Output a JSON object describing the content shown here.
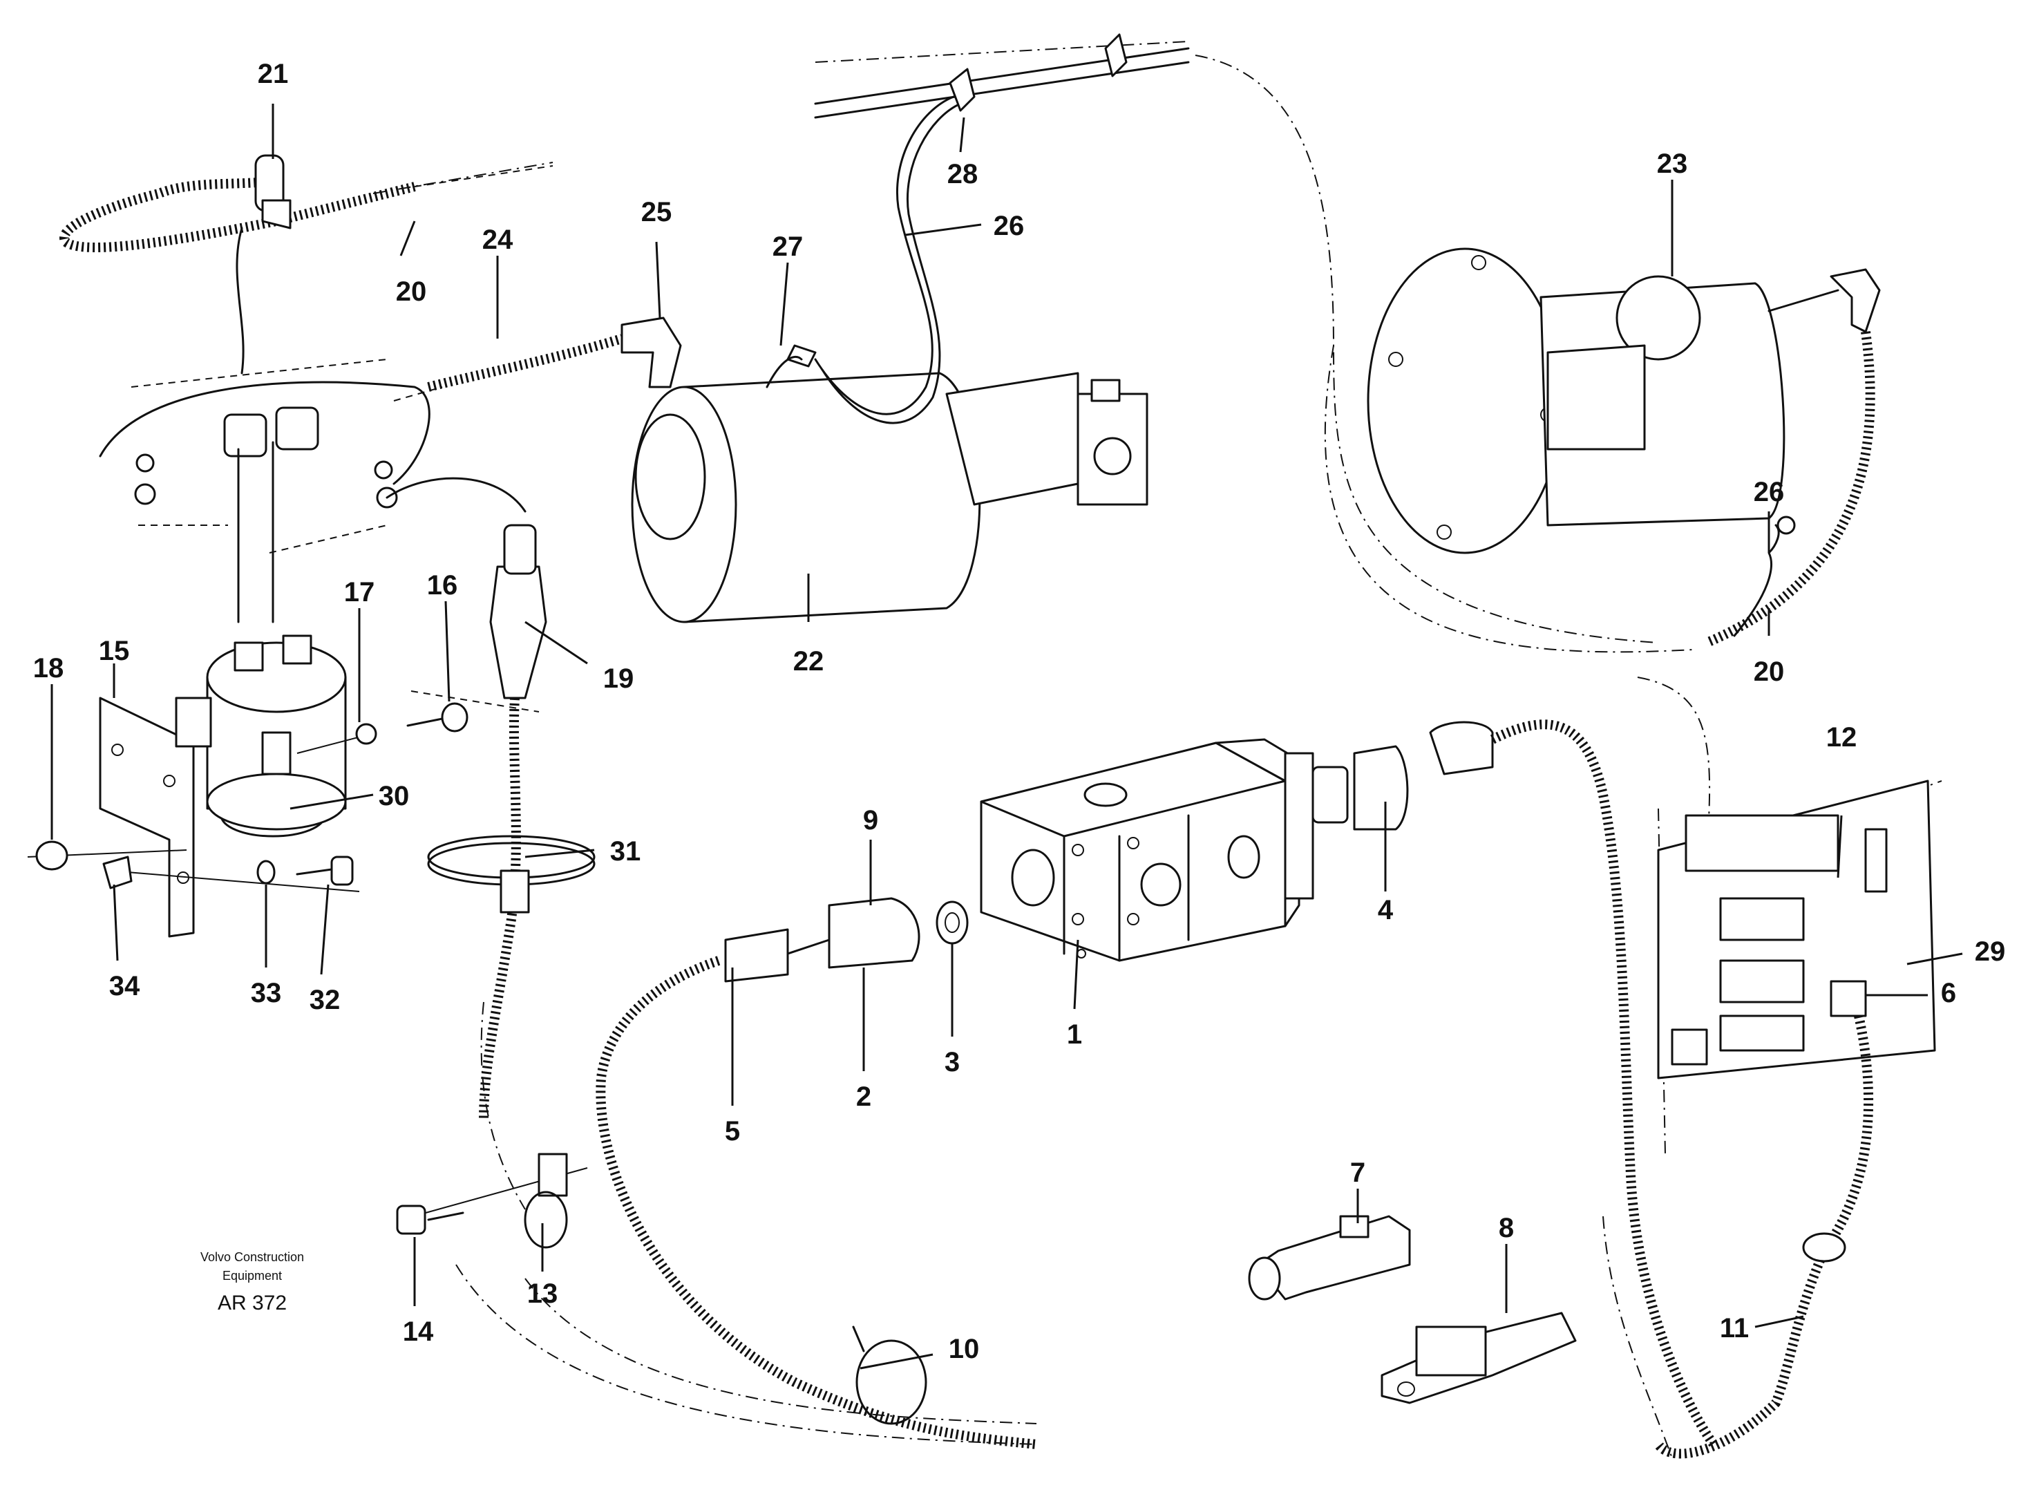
{
  "diagram": {
    "callouts": [
      "21",
      "20",
      "24",
      "25",
      "27",
      "26",
      "28",
      "23",
      "26",
      "20",
      "15",
      "18",
      "17",
      "16",
      "19",
      "22",
      "30",
      "31",
      "9",
      "1",
      "2",
      "3",
      "5",
      "4",
      "12",
      "29",
      "6",
      "7",
      "8",
      "11",
      "10",
      "13",
      "14",
      "34",
      "33",
      "32"
    ],
    "caption": {
      "line1": "Volvo Construction",
      "line2": "Equipment",
      "code": "AR 372"
    }
  }
}
